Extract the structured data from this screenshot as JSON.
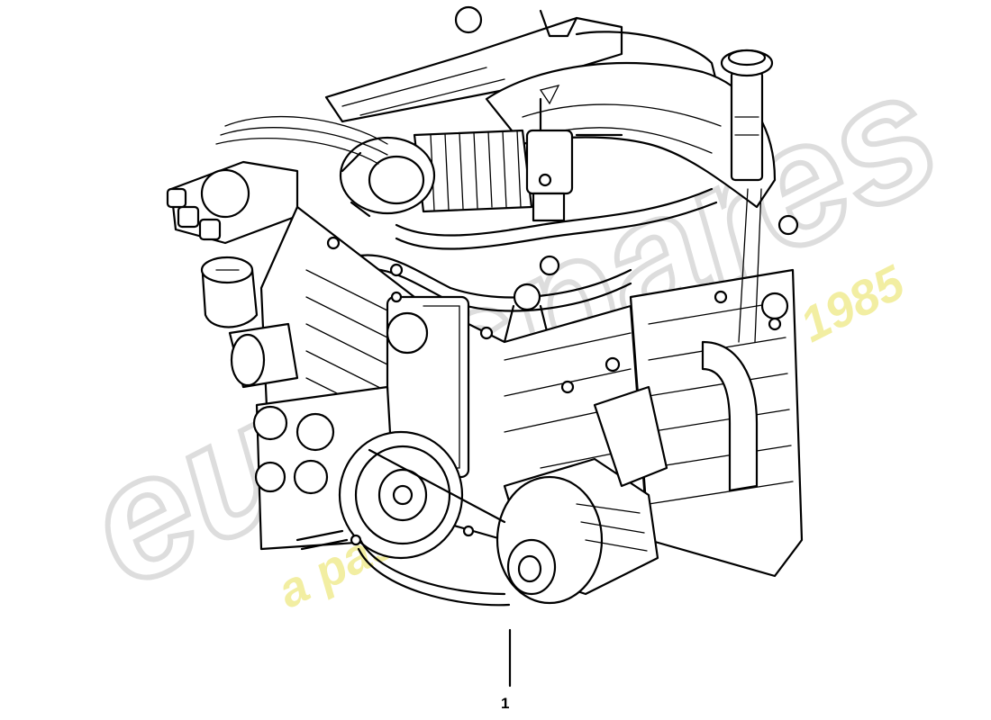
{
  "diagram": {
    "callouts": [
      {
        "number": "1"
      }
    ]
  },
  "watermark": {
    "brand": "eurospares",
    "tagline": "a passion for parts since 1985",
    "brand_color": "#d8d8d8",
    "tagline_color": "#f0ec9c"
  },
  "colors": {
    "line": "#000000",
    "background": "#ffffff"
  }
}
